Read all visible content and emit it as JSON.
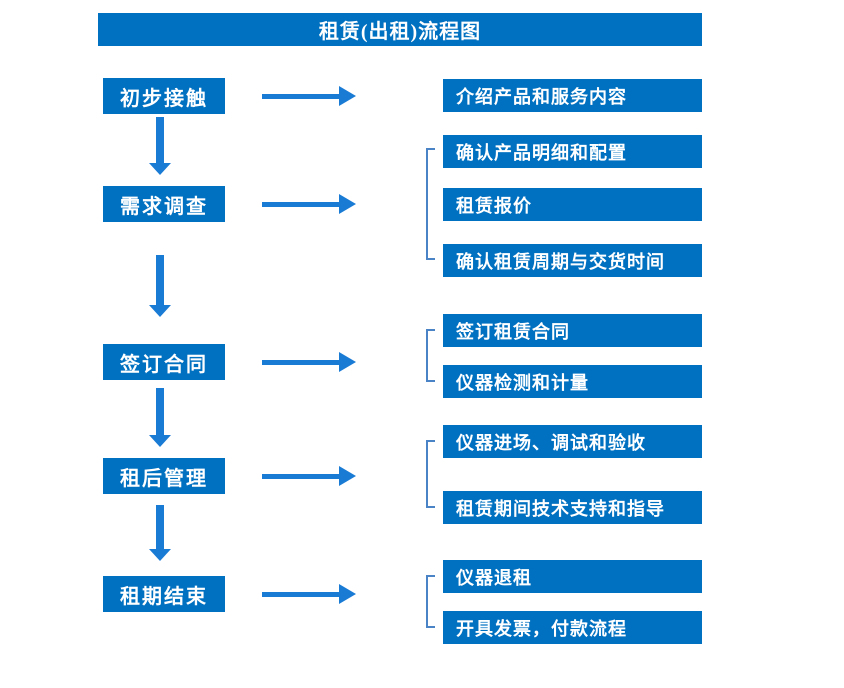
{
  "title": "租赁(出租)流程图",
  "colors": {
    "box_blue": "#0070C0",
    "arrow_blue": "#1A7BD5",
    "bracket_blue": "#4A84C7",
    "text_white": "#FFFFFF",
    "background": "#FFFFFF"
  },
  "stages": [
    {
      "label": "初步接触",
      "details": [
        "介绍产品和服务内容"
      ]
    },
    {
      "label": "需求调查",
      "details": [
        "确认产品明细和配置",
        "租赁报价",
        "确认租赁周期与交货时间"
      ]
    },
    {
      "label": "签订合同",
      "details": [
        "签订租赁合同",
        "仪器检测和计量"
      ]
    },
    {
      "label": "租后管理",
      "details": [
        "仪器进场、调试和验收",
        "租赁期间技术支持和指导"
      ]
    },
    {
      "label": "租期结束",
      "details": [
        "仪器退租",
        "开具发票，付款流程"
      ]
    }
  ]
}
